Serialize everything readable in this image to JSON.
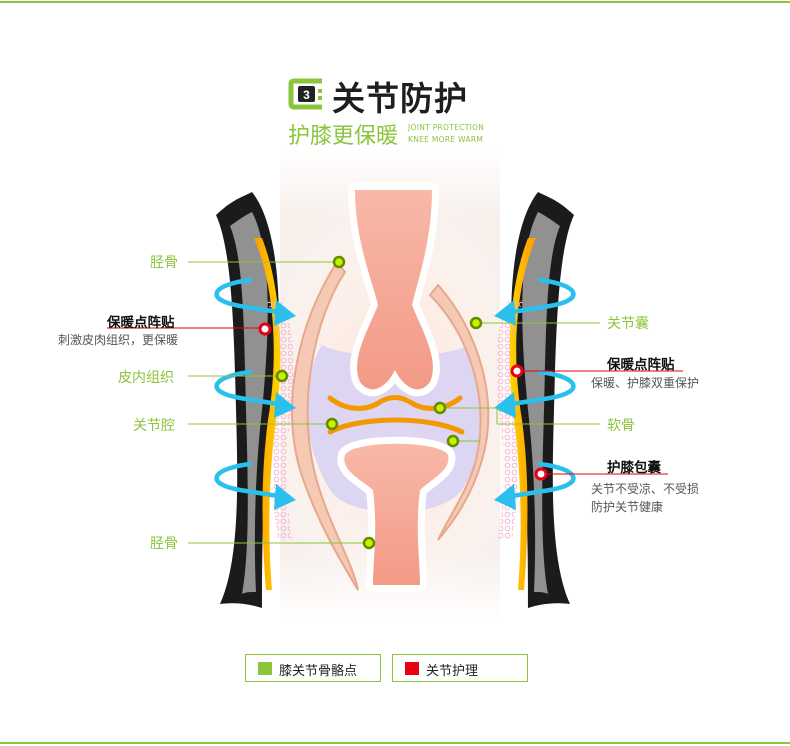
{
  "header": {
    "number": "3",
    "title": "关节防护",
    "subtitle": "护膝更保暖",
    "subtitle_en_line1": "JOINT PROTECTION",
    "subtitle_en_line2": "KNEE MORE WARM"
  },
  "labels": {
    "tibia_top": "胫骨",
    "warm_patch_left_title": "保暖点阵贴",
    "warm_patch_left_desc": "刺激皮肉组织，更保暖",
    "skin_tissue": "皮内组织",
    "joint_cavity": "关节腔",
    "tibia_bottom": "胫骨",
    "joint_capsule": "关节囊",
    "warm_patch_right_title": "保暖点阵贴",
    "warm_patch_right_desc": "保暖、护膝双重保护",
    "cartilage": "软骨",
    "knee_capsule_title": "护膝包囊",
    "knee_capsule_desc_line1": "关节不受凉、不受损",
    "knee_capsule_desc_line2": "防护关节健康"
  },
  "legend": {
    "items": [
      {
        "label": "膝关节骨骼点",
        "color": "#8cc43c"
      },
      {
        "label": "关节护理",
        "color": "#e60012"
      }
    ]
  },
  "colors": {
    "accent_green": "#8cc43c",
    "marker_red": "#e60012",
    "arrow_cyan": "#29c0ee"
  }
}
